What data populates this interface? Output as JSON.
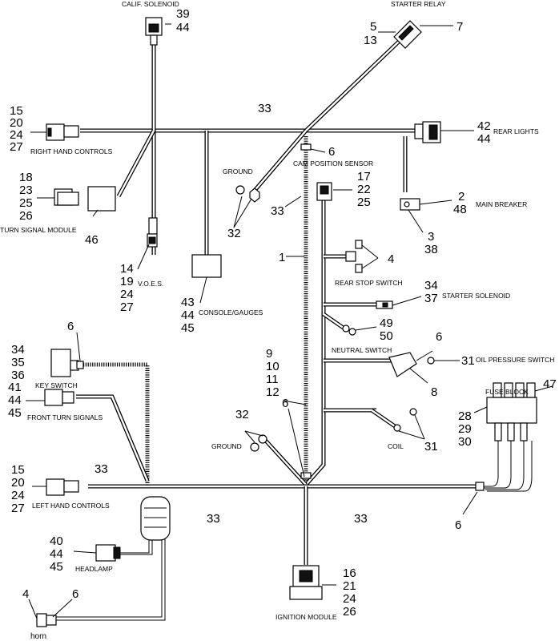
{
  "labels": {
    "calif_solenoid": "CALIF. SOLENOID",
    "starter_relay": "STARTER RELAY",
    "right_hand_controls": "RIGHT HAND CONTROLS",
    "rear_lights": "REAR LIGHTS",
    "cam_position_sensor": "CAM POSITION SENSOR",
    "ground_top": "GROUND",
    "turn_signal_module": "TURN SIGNAL MODULE",
    "main_breaker": "MAIN BREAKER",
    "voes": "V.O.E.S.",
    "rear_stop_switch": "REAR STOP SWITCH",
    "starter_solenoid": "STARTER SOLENOID",
    "console_gauges": "CONSOLE/GAUGES",
    "neutral_switch": "NEUTRAL SWITCH",
    "oil_pressure_switch": "OIL PRESSURE SWITCH",
    "key_switch": "KEY SWITCH",
    "fuse_block": "FUSE BLOCK",
    "front_turn_signals": "FRONT TURN SIGNALS",
    "ground_bottom": "GROUND",
    "coil": "COIL",
    "left_hand_controls": "LEFT HAND CONTROLS",
    "headlamp": "HEADLAMP",
    "ignition_module": "IGNITION MODULE",
    "horn": "horn"
  },
  "callouts": {
    "calif_solenoid": [
      "39",
      "44"
    ],
    "starter_relay_a": [
      "5",
      "13"
    ],
    "starter_relay_b": [
      "7"
    ],
    "harness_33_top": [
      "33"
    ],
    "right_hand_controls": [
      "15",
      "20",
      "24",
      "27"
    ],
    "rear_lights": [
      "42",
      "44"
    ],
    "clip_6_top": [
      "6"
    ],
    "cam_position_sensor": [
      "17",
      "22",
      "25"
    ],
    "turn_signal_module_a": [
      "18",
      "23",
      "25",
      "26"
    ],
    "turn_signal_module_b": [
      "46"
    ],
    "ground_top": [
      "32"
    ],
    "harness_33_mid": [
      "33"
    ],
    "main_breaker_a": [
      "2",
      "48"
    ],
    "main_breaker_b": [
      "3",
      "38"
    ],
    "main_harness": [
      "1"
    ],
    "rear_stop_switch": [
      "4"
    ],
    "voes": [
      "14",
      "19",
      "24",
      "27"
    ],
    "console_gauges": [
      "43",
      "44",
      "45"
    ],
    "starter_solenoid": [
      "34",
      "37"
    ],
    "neutral_switch": [
      "49",
      "50"
    ],
    "clip_6_key": [
      "6"
    ],
    "key_switch": [
      "34",
      "35",
      "36"
    ],
    "harness_bundle": [
      "9",
      "10",
      "11",
      "12"
    ],
    "clip_6_oil": [
      "6"
    ],
    "oil_pressure_switch": [
      "31"
    ],
    "oil_sender": [
      "8"
    ],
    "fuse_block_top": [
      "47"
    ],
    "fuse_block": [
      "28",
      "29",
      "30"
    ],
    "front_turn_signals": [
      "41",
      "44",
      "45"
    ],
    "ground_bottom": [
      "32"
    ],
    "clip_6_center": [
      "6"
    ],
    "coil": [
      "31"
    ],
    "harness_33_front": [
      "33"
    ],
    "left_hand_controls": [
      "15",
      "20",
      "24",
      "27"
    ],
    "harness_33_bottom_left": [
      "33"
    ],
    "harness_33_bottom_right": [
      "33"
    ],
    "clip_6_right": [
      "6"
    ],
    "headlamp": [
      "40",
      "44",
      "45"
    ],
    "horn_left": [
      "4"
    ],
    "horn_right": [
      "6"
    ],
    "ignition_module": [
      "16",
      "21",
      "24",
      "26"
    ]
  }
}
